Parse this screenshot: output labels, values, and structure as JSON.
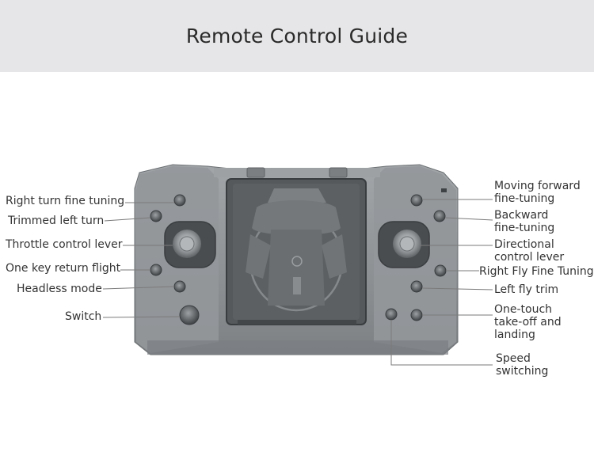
{
  "header": {
    "title": "Remote Control Guide"
  },
  "callouts": {
    "right_turn_fine_tuning": "Right turn fine tuning",
    "trimmed_left_turn": "Trimmed left turn",
    "throttle_control_lever": "Throttle control lever",
    "one_key_return_flight": "One key return flight",
    "headless_mode": "Headless mode",
    "switch": "Switch",
    "moving_forward_fine_tuning": [
      "Moving forward",
      "fine-tuning"
    ],
    "backward_fine_tuning": [
      "Backward",
      "fine-tuning"
    ],
    "directional_control_lever": [
      "Directional",
      "control lever"
    ],
    "right_fly_fine_tuning": "Right Fly Fine Tuning",
    "left_fly_trim": "Left fly trim",
    "one_touch_takeoff_landing": [
      "One-touch",
      "take-off and",
      "landing"
    ],
    "speed_switching": [
      "Speed",
      "switching"
    ]
  },
  "colors": {
    "body": "#8e9295",
    "body_dark": "#6f7376",
    "screen": "#4b4e51",
    "accent_line": "#7a7a7a"
  }
}
